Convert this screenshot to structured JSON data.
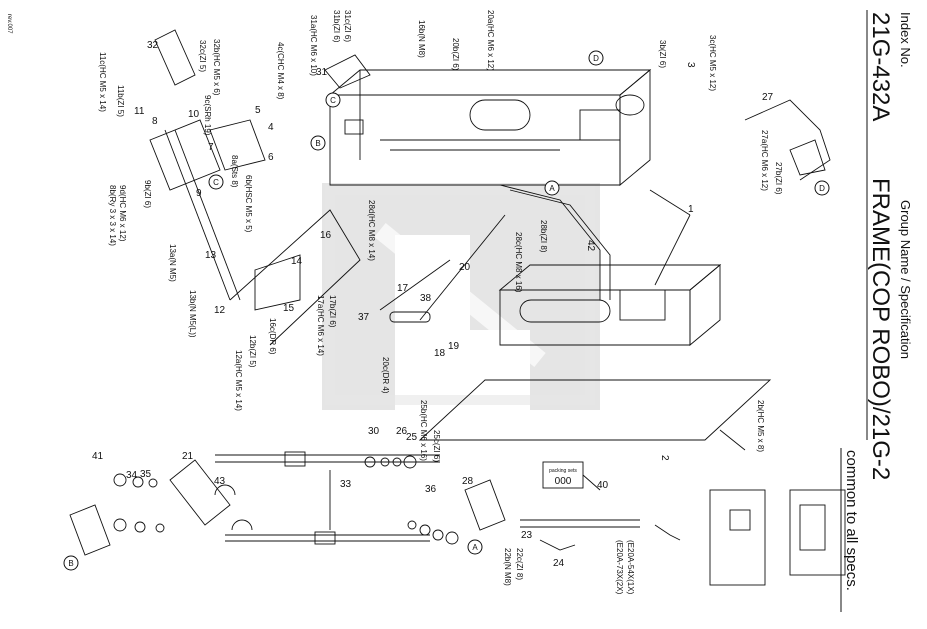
{
  "title_block": {
    "index_label": "Index No.",
    "index_no": "21G-432A",
    "group_label": "Group Name / Specification",
    "group_name": "FRAME(COP ROBO)/21G-2",
    "spec_note": "common to all specs.",
    "corner_code": "rev.007"
  },
  "callouts": [
    {
      "id": "c1",
      "text": "1"
    },
    {
      "id": "c2",
      "text": "2"
    },
    {
      "id": "c2b",
      "text": "2b(HC M5 x 8)"
    },
    {
      "id": "c3",
      "text": "3"
    },
    {
      "id": "c3b",
      "text": "3b(ZI 6)"
    },
    {
      "id": "c3c",
      "text": "3c(HC M5 x 12)"
    },
    {
      "id": "c4",
      "text": "4"
    },
    {
      "id": "c4c",
      "text": "4c(CHC M4 x 8)"
    },
    {
      "id": "c5",
      "text": "5"
    },
    {
      "id": "c6",
      "text": "6"
    },
    {
      "id": "c6b",
      "text": "6b(HSC M5 x 5)"
    },
    {
      "id": "c7",
      "text": "7"
    },
    {
      "id": "c8",
      "text": "8"
    },
    {
      "id": "c8a",
      "text": "8a(Sts 8)"
    },
    {
      "id": "c8b",
      "text": "8b(Ry 3 x 3 x 14)"
    },
    {
      "id": "c9",
      "text": "9"
    },
    {
      "id": "c9b",
      "text": "9b(ZI 6)"
    },
    {
      "id": "c9c",
      "text": "9c(SRh 19)"
    },
    {
      "id": "c9d",
      "text": "9d(HC M6 x 12)"
    },
    {
      "id": "c10",
      "text": "10"
    },
    {
      "id": "c11",
      "text": "11"
    },
    {
      "id": "c11b",
      "text": "11b(ZI 5)"
    },
    {
      "id": "c11c",
      "text": "11c(HC M5 x 14)"
    },
    {
      "id": "c12",
      "text": "12"
    },
    {
      "id": "c12a",
      "text": "12a(HC M5 x 14)"
    },
    {
      "id": "c12b",
      "text": "12b(ZI 5)"
    },
    {
      "id": "c13",
      "text": "13"
    },
    {
      "id": "c13a",
      "text": "13a(N M5)"
    },
    {
      "id": "c13b",
      "text": "13b(N M5(L))"
    },
    {
      "id": "c14",
      "text": "14"
    },
    {
      "id": "c15",
      "text": "15"
    },
    {
      "id": "c16",
      "text": "16"
    },
    {
      "id": "c16b",
      "text": "16b(N M8)"
    },
    {
      "id": "c16c",
      "text": "16c(DR 6)"
    },
    {
      "id": "c17",
      "text": "17"
    },
    {
      "id": "c17a",
      "text": "17a(HC M6 x 14)"
    },
    {
      "id": "c17b",
      "text": "17b(ZI 6)"
    },
    {
      "id": "c18",
      "text": "18"
    },
    {
      "id": "c19",
      "text": "19"
    },
    {
      "id": "c20",
      "text": "20"
    },
    {
      "id": "c20a",
      "text": "20a(HC M6 x 12)"
    },
    {
      "id": "c20b",
      "text": "20b(ZI 6)"
    },
    {
      "id": "c20c",
      "text": "20c(DR 4)"
    },
    {
      "id": "c21",
      "text": "21"
    },
    {
      "id": "c22b",
      "text": "22b(N M8)"
    },
    {
      "id": "c22c",
      "text": "22c(ZI 8)"
    },
    {
      "id": "c23",
      "text": "23"
    },
    {
      "id": "c24",
      "text": "24"
    },
    {
      "id": "c25",
      "text": "25"
    },
    {
      "id": "c25b",
      "text": "25b(HC M6 x 16)"
    },
    {
      "id": "c25c",
      "text": "25c(ZI 6)"
    },
    {
      "id": "c26",
      "text": "26"
    },
    {
      "id": "c27",
      "text": "27"
    },
    {
      "id": "c27a",
      "text": "27a(HC M6 x 12)"
    },
    {
      "id": "c27b",
      "text": "27b(ZI 6)"
    },
    {
      "id": "c28",
      "text": "28"
    },
    {
      "id": "c28b",
      "text": "28b(ZI 8)"
    },
    {
      "id": "c28c",
      "text": "28c(HC M8 x 16)"
    },
    {
      "id": "c28d",
      "text": "28d(HC M8 x 14)"
    },
    {
      "id": "c30",
      "text": "30"
    },
    {
      "id": "c31",
      "text": "31"
    },
    {
      "id": "c31a",
      "text": "31a(HC M6 x 10)"
    },
    {
      "id": "c31b",
      "text": "31b(ZI 6)"
    },
    {
      "id": "c31c",
      "text": "31c(ZI 6)"
    },
    {
      "id": "c32",
      "text": "32"
    },
    {
      "id": "c32b",
      "text": "32b(HC M5 x 6)"
    },
    {
      "id": "c32c",
      "text": "32c(ZI 5)"
    },
    {
      "id": "c33",
      "text": "33"
    },
    {
      "id": "c34",
      "text": "34"
    },
    {
      "id": "c35",
      "text": "35"
    },
    {
      "id": "c36",
      "text": "36"
    },
    {
      "id": "c37",
      "text": "37"
    },
    {
      "id": "c38",
      "text": "38"
    },
    {
      "id": "c40",
      "text": "40"
    },
    {
      "id": "c41",
      "text": "41"
    },
    {
      "id": "c42",
      "text": "42"
    },
    {
      "id": "c43",
      "text": "43"
    },
    {
      "id": "cE20",
      "text": "(E20A-54X(1X)"
    },
    {
      "id": "cE20b",
      "text": "(E20A-73X(2X)"
    }
  ],
  "ref_markers": {
    "A": "A",
    "B": "B",
    "C": "C",
    "D": "D"
  },
  "packing": {
    "title": "packing sets",
    "value": "000"
  }
}
